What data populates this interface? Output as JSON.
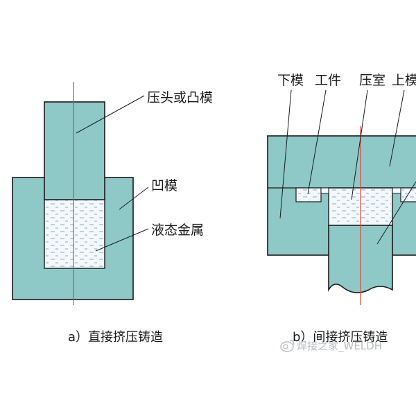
{
  "colors": {
    "mold": "#8ec8c7",
    "liquid": "#f3f8fb",
    "outline": "#1a1a1a",
    "center_line": "#d9463a",
    "liquid_dash": "#8aa8c4",
    "watermark": "#b8bcc4"
  },
  "diagram_a": {
    "labels": {
      "punch": "压头或凸模",
      "die": "凹模",
      "liquid_metal": "液态金属"
    },
    "caption": "a）直接挤压铸造"
  },
  "diagram_b": {
    "labels": {
      "lower_die": "下模",
      "workpiece": "工件",
      "chamber": "压室",
      "upper_die": "上模"
    },
    "caption": "b）间接挤压铸造"
  },
  "watermark": {
    "icon": "weibo-icon",
    "text": "焊接之家_WELDH"
  }
}
